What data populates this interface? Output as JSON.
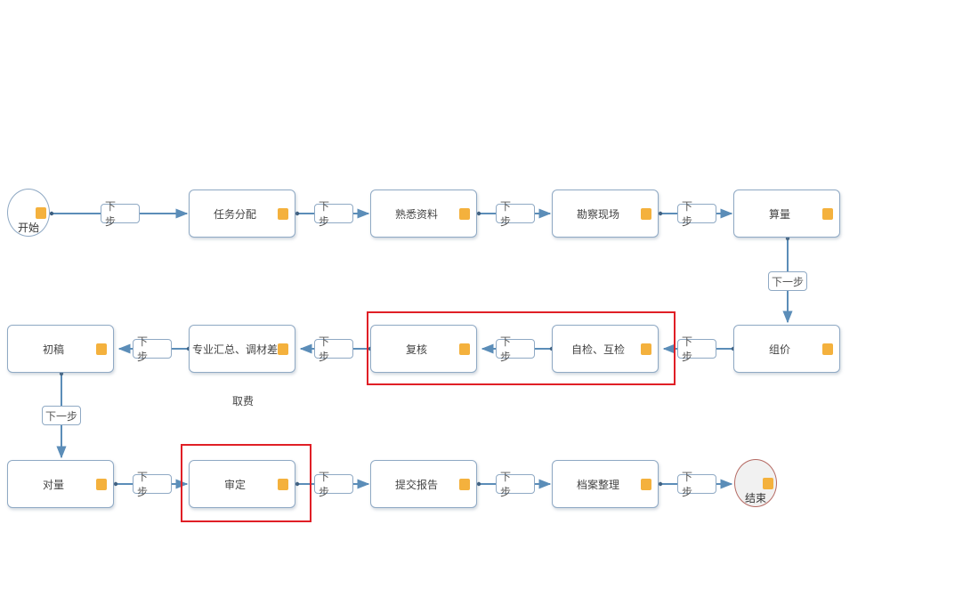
{
  "nodes": {
    "start": "开始",
    "assign": "任务分配",
    "familiarize": "熟悉资料",
    "survey": "勘察现场",
    "quantity": "算量",
    "pricing": "组价",
    "self_check": "自检、互检",
    "review": "复核",
    "summary": "专业汇总、调材差",
    "draft": "初稿",
    "reconcile": "对量",
    "approve": "审定",
    "submit": "提交报告",
    "archive": "档案整理",
    "end": "结束"
  },
  "edge_label": "下一步",
  "edge_label_spaced": "下 步",
  "fee_note": "取费",
  "colors": {
    "edge": "#5b8db8",
    "handle": "#f4b13d",
    "highlight": "#e01f26",
    "node_border": "#8fa9c4"
  }
}
